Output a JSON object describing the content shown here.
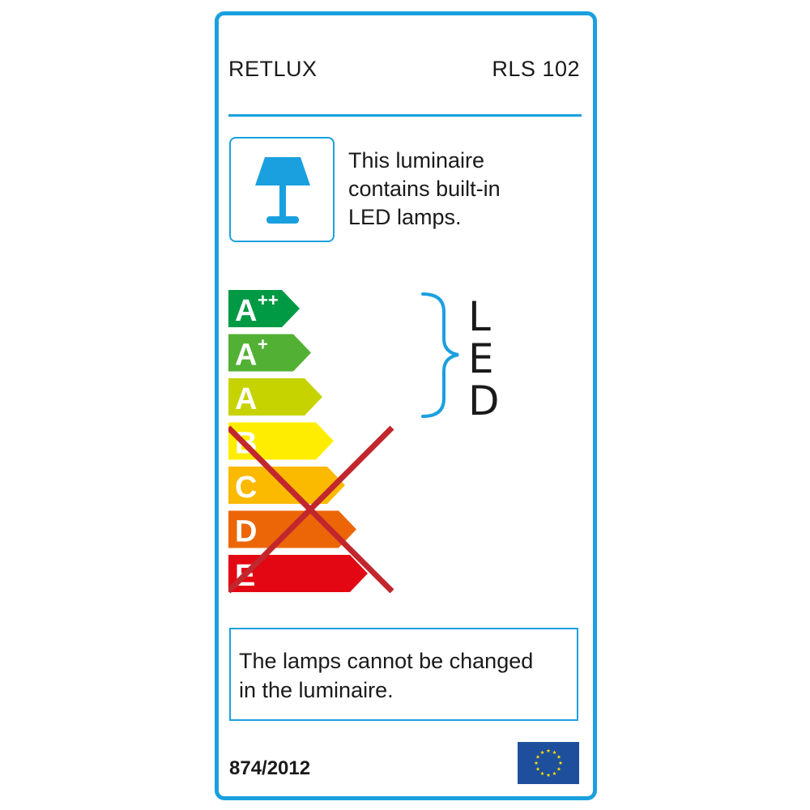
{
  "header": {
    "brand": "RETLUX",
    "model": "RLS 102"
  },
  "luminaire_info": {
    "icon": "table-lamp-icon",
    "lines": [
      "This luminaire",
      "contains built-in",
      "LED lamps."
    ]
  },
  "energy_scale": {
    "classes": [
      {
        "letter": "A",
        "sup": "++",
        "color": "#009a44"
      },
      {
        "letter": "A",
        "sup": "+",
        "color": "#52b034"
      },
      {
        "letter": "A",
        "sup": "",
        "color": "#c6d300"
      },
      {
        "letter": "B",
        "sup": "",
        "color": "#ffed00"
      },
      {
        "letter": "C",
        "sup": "",
        "color": "#fbb900"
      },
      {
        "letter": "D",
        "sup": "",
        "color": "#ec6608"
      },
      {
        "letter": "E",
        "sup": "",
        "color": "#e30613"
      }
    ],
    "compatible_label": [
      "L",
      "E",
      "D"
    ],
    "crossed_out_classes": [
      "B",
      "C",
      "D",
      "E"
    ],
    "cross_color": "#c1272d",
    "brace_color": "#1aa0df"
  },
  "notice": {
    "lines": [
      "The lamps cannot be changed",
      "in the luminaire."
    ]
  },
  "footer": {
    "regulation": "874/2012",
    "flag_icon": "eu-flag-icon"
  },
  "colors": {
    "frame": "#1aa0df",
    "text": "#1a1a1a"
  }
}
